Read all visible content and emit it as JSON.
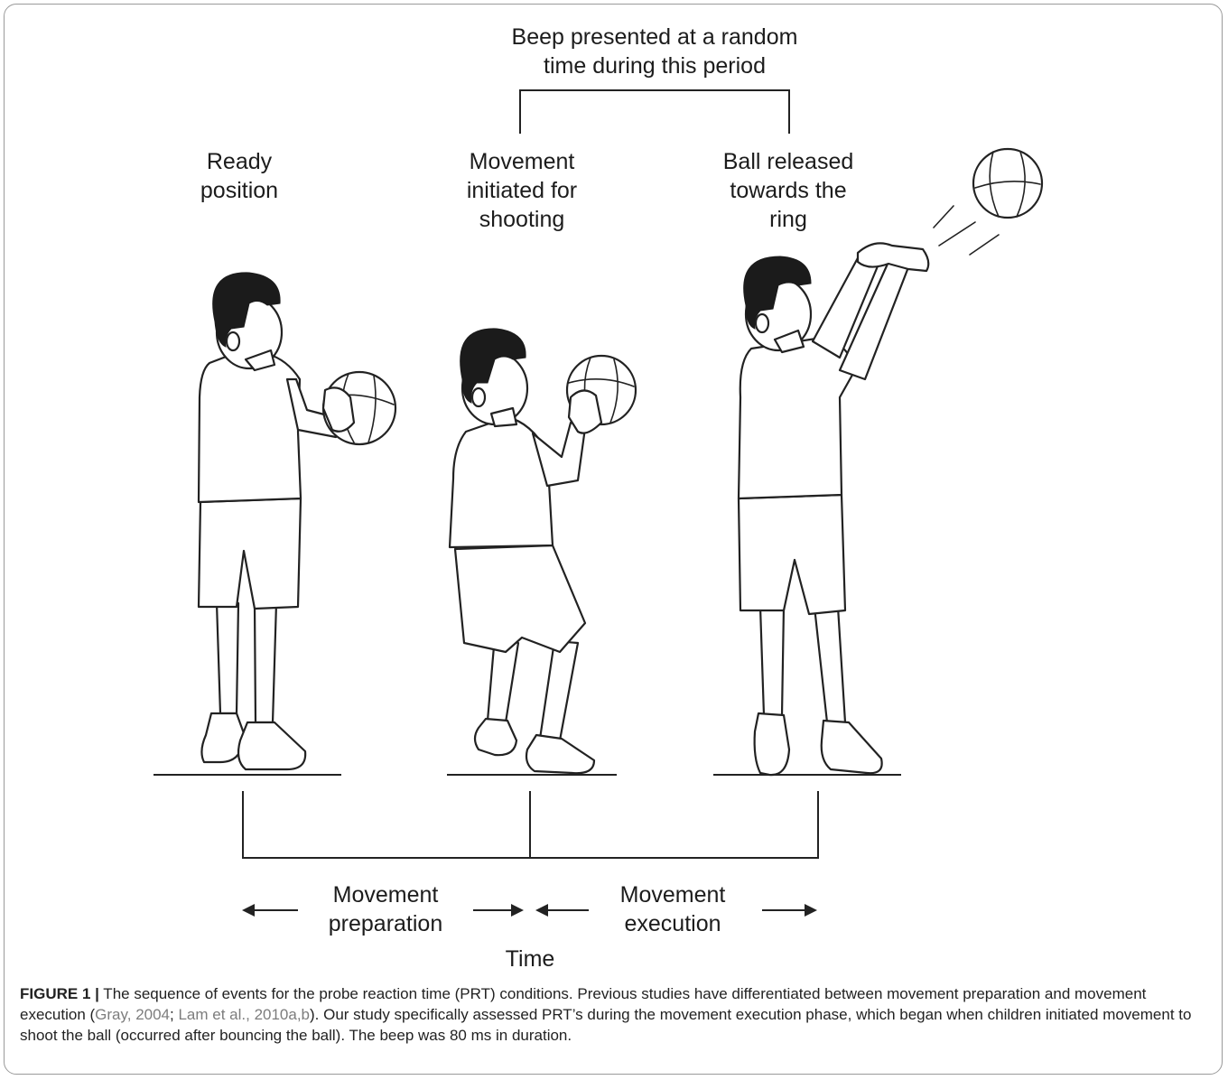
{
  "diagram": {
    "top_label": {
      "line1": "Beep presented at a random",
      "line2": "time during this period"
    },
    "stages": [
      {
        "line1": "Ready",
        "line2": "position",
        "line3": ""
      },
      {
        "line1": "Movement",
        "line2": "initiated for",
        "line3": "shooting"
      },
      {
        "line1": "Ball released",
        "line2": "towards the",
        "line3": "ring"
      }
    ],
    "phases": [
      {
        "line1": "Movement",
        "line2": "preparation"
      },
      {
        "line1": "Movement",
        "line2": "execution"
      }
    ],
    "time_label": "Time"
  },
  "caption": {
    "label": "FIGURE 1 |",
    "text_1": " The sequence of events for the probe reaction time (PRT) conditions. Previous studies have differentiated between movement preparation and movement execution (",
    "ref_1": "Gray, 2004",
    "text_2": "; ",
    "ref_2": "Lam et al., 2010a,b",
    "text_3": "). Our study specifically assessed PRT’s during the movement execution phase, which began when children initiated movement to shoot the ball (occurred after bouncing the ball). The beep was 80 ms in duration."
  }
}
